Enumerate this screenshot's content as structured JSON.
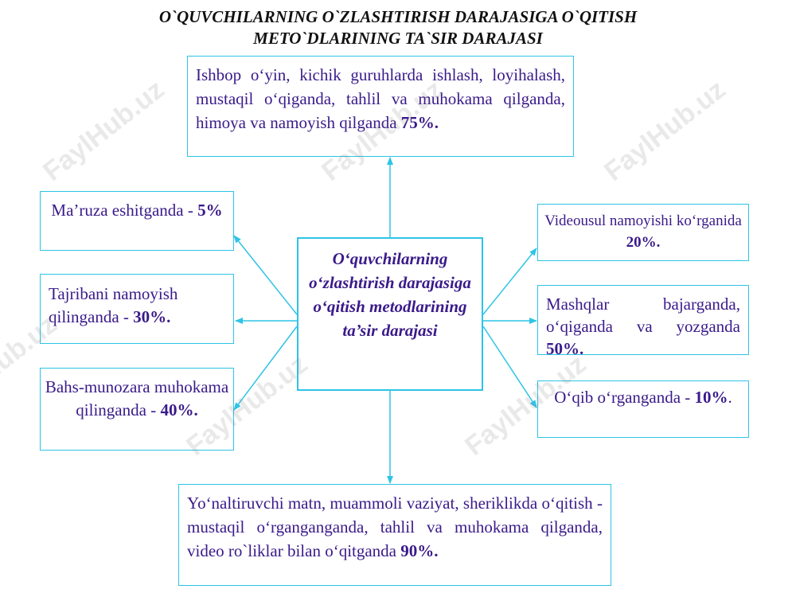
{
  "title": {
    "line1": "O`QUVCHILARNING O`ZLASHTIRISH DARAJASIGA O`QITISH",
    "line2": "METO`DLARINING TA`SIR DARAJASI"
  },
  "center": {
    "text": "O‘quvchilarning o‘zlashtirish darajasiga o‘qitish metodlarining ta’sir darajasi"
  },
  "nodes": {
    "top": {
      "text": "Ishbop o‘yin, kichik guruhlarda ishlash, loyihalash, mustaqil o‘qiganda, tahlil va muhokama qilganda, himoya va namoyish qilganda ",
      "value": "75%."
    },
    "left1": {
      "text": "Ma’ruza eshitganda - ",
      "value": "5%"
    },
    "left2": {
      "text": "Tajribani namoyish qilinganda - ",
      "value": "30%."
    },
    "left3": {
      "text": "Bahs-munozara muhokama qilinganda - ",
      "value": "40%."
    },
    "right1": {
      "text": "Videousul namoyishi ko‘rganida ",
      "value": "20%."
    },
    "right2": {
      "text": "Mashqlar bajarganda, o‘qiganda va yozganda ",
      "value": "50%."
    },
    "right3": {
      "text": "O‘qib o‘rganganda - ",
      "value": "10%",
      "suffix": "."
    },
    "bottom": {
      "text": "Yo‘naltiruvchi matn, muammoli vaziyat, sheriklikda o‘qitish - mustaqil o‘rganganganda, tahlil va muhokama qilganda, video ro`liklar bilan o‘qitganda ",
      "value": "90%."
    }
  },
  "watermark": "FaylHub.uz",
  "colors": {
    "border": "#2ec4e6",
    "text": "#3a1a8a",
    "arrow": "#2ec4e6"
  }
}
